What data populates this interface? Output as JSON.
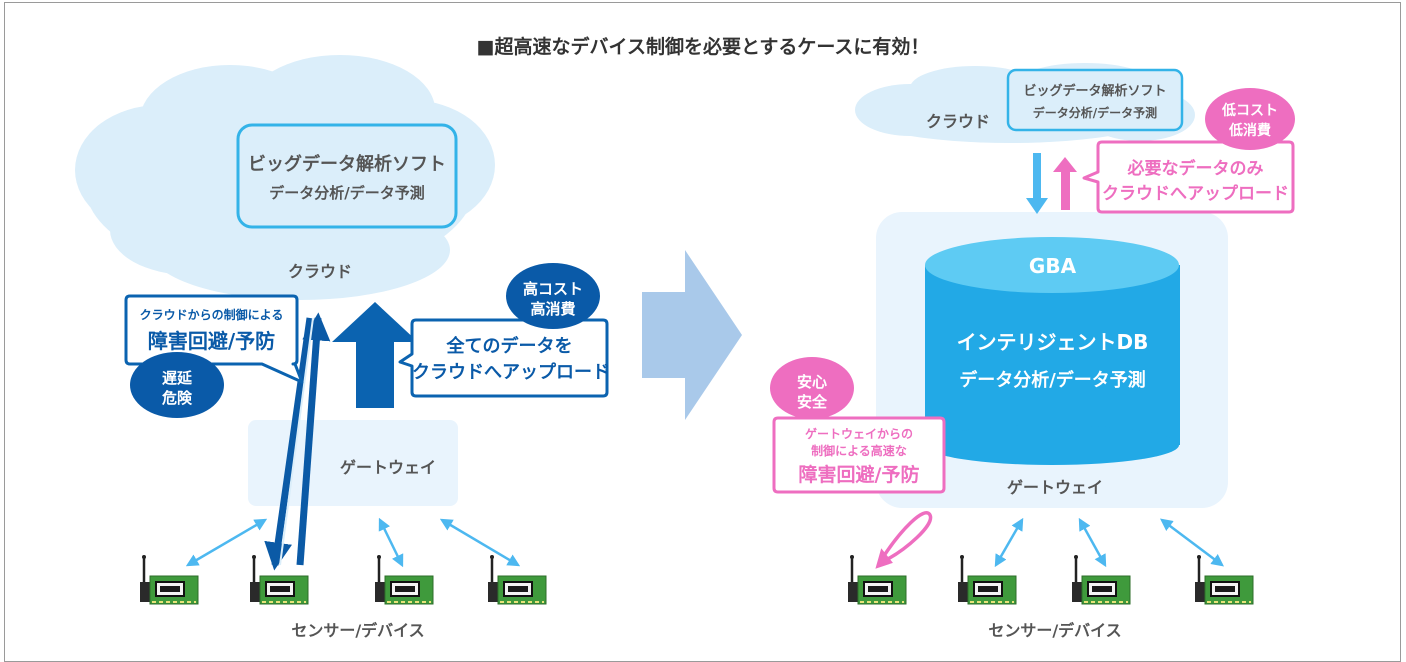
{
  "title": "■超高速なデバイス制御を必要とするケースに有効！",
  "colors": {
    "cloud": "#dbeefa",
    "blue_dark": "#0a5aa8",
    "blue_arrow": "#0b63b0",
    "blue_light_arrow": "#4db8f0",
    "pink": "#ee6ec0",
    "gateway": "#e9f4fd",
    "cylinder": "#22a9e6",
    "cylinder_top": "#5ecbf3",
    "flow_arrow": "#a9c9ea",
    "text_gray": "#555555"
  },
  "left": {
    "cloud_label": "クラウド",
    "software_title": "ビッグデータ解析ソフト",
    "software_sub": "データ分析/データ予測",
    "control_callout_small": "クラウドからの制御による",
    "control_callout_big": "障害回避/予防",
    "delay_badge_1": "遅延",
    "delay_badge_2": "危険",
    "cost_badge_1": "高コスト",
    "cost_badge_2": "高消費",
    "upload_1": "全てのデータを",
    "upload_2": "クラウドへアップロード",
    "gateway": "ゲートウェイ",
    "devices": "センサー/デバイス"
  },
  "right": {
    "cloud_label": "クラウド",
    "software_title": "ビッグデータ解析ソフト",
    "software_sub": "データ分析/データ予測",
    "cost_badge_1": "低コスト",
    "cost_badge_2": "低消費",
    "upload_1": "必要なデータのみ",
    "upload_2": "クラウドへアップロード",
    "gba": "GBA",
    "db_title": "インテリジェントDB",
    "db_sub": "データ分析/データ予測",
    "safe_badge_1": "安心",
    "safe_badge_2": "安全",
    "callout_1": "ゲートウェイからの",
    "callout_2": "制御による高速な",
    "callout_3": "障害回避/予防",
    "gateway": "ゲートウェイ",
    "devices": "センサー/デバイス"
  }
}
